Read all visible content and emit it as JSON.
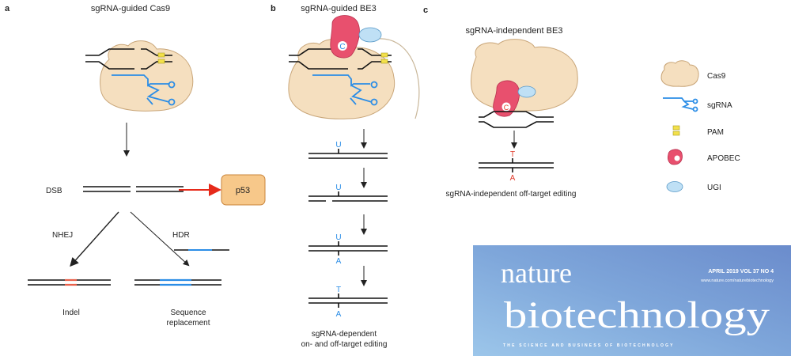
{
  "panel_a": {
    "letter": "a",
    "title": "sgRNA-guided Cas9",
    "dsb_label": "DSB",
    "p53_label": "p53",
    "nhej_label": "NHEJ",
    "hdr_label": "HDR",
    "indel_label": "Indel",
    "seq_replacement_line1": "Sequence",
    "seq_replacement_line2": "replacement"
  },
  "panel_b": {
    "letter": "b",
    "title": "sgRNA-guided BE3",
    "apobec_letter": "C",
    "stages": [
      {
        "top": "U",
        "bottom": ""
      },
      {
        "top": "U",
        "bottom": ""
      },
      {
        "top": "U",
        "bottom": "A"
      },
      {
        "top": "T",
        "bottom": "A"
      }
    ],
    "caption_line1": "sgRNA-dependent",
    "caption_line2": "on- and off-target editing"
  },
  "panel_c": {
    "letter": "c",
    "title": "sgRNA-independent BE3",
    "apobec_letter": "C",
    "top_base": "T",
    "bottom_base": "A",
    "caption": "sgRNA-independent off-target editing"
  },
  "legend": {
    "items": [
      {
        "label": "Cas9",
        "icon": "cas9-blob-icon"
      },
      {
        "label": "sgRNA",
        "icon": "sgrna-icon"
      },
      {
        "label": "PAM",
        "icon": "pam-icon"
      },
      {
        "label": "APOBEC",
        "icon": "apobec-icon"
      },
      {
        "label": "UGI",
        "icon": "ugi-icon"
      }
    ]
  },
  "cover": {
    "title_line1": "nature",
    "title_line2": "biotechnology",
    "tagline": "THE SCIENCE AND BUSINESS OF BIOTECHNOLOGY",
    "issue": "APRIL 2019 VOL 37 NO 4",
    "url": "www.nature.com/naturebiotechnology"
  },
  "colors": {
    "cas9": "#f5dfbf",
    "sgrna": "#2b8de6",
    "pam": "#f3e04a",
    "apobec": "#e8506e",
    "ugi": "#bfe0f5",
    "p53": "#f7c88a",
    "arrow_red": "#e62a1a",
    "edit_red": "#e03a2a",
    "cover_blue": "#7da6d9"
  }
}
